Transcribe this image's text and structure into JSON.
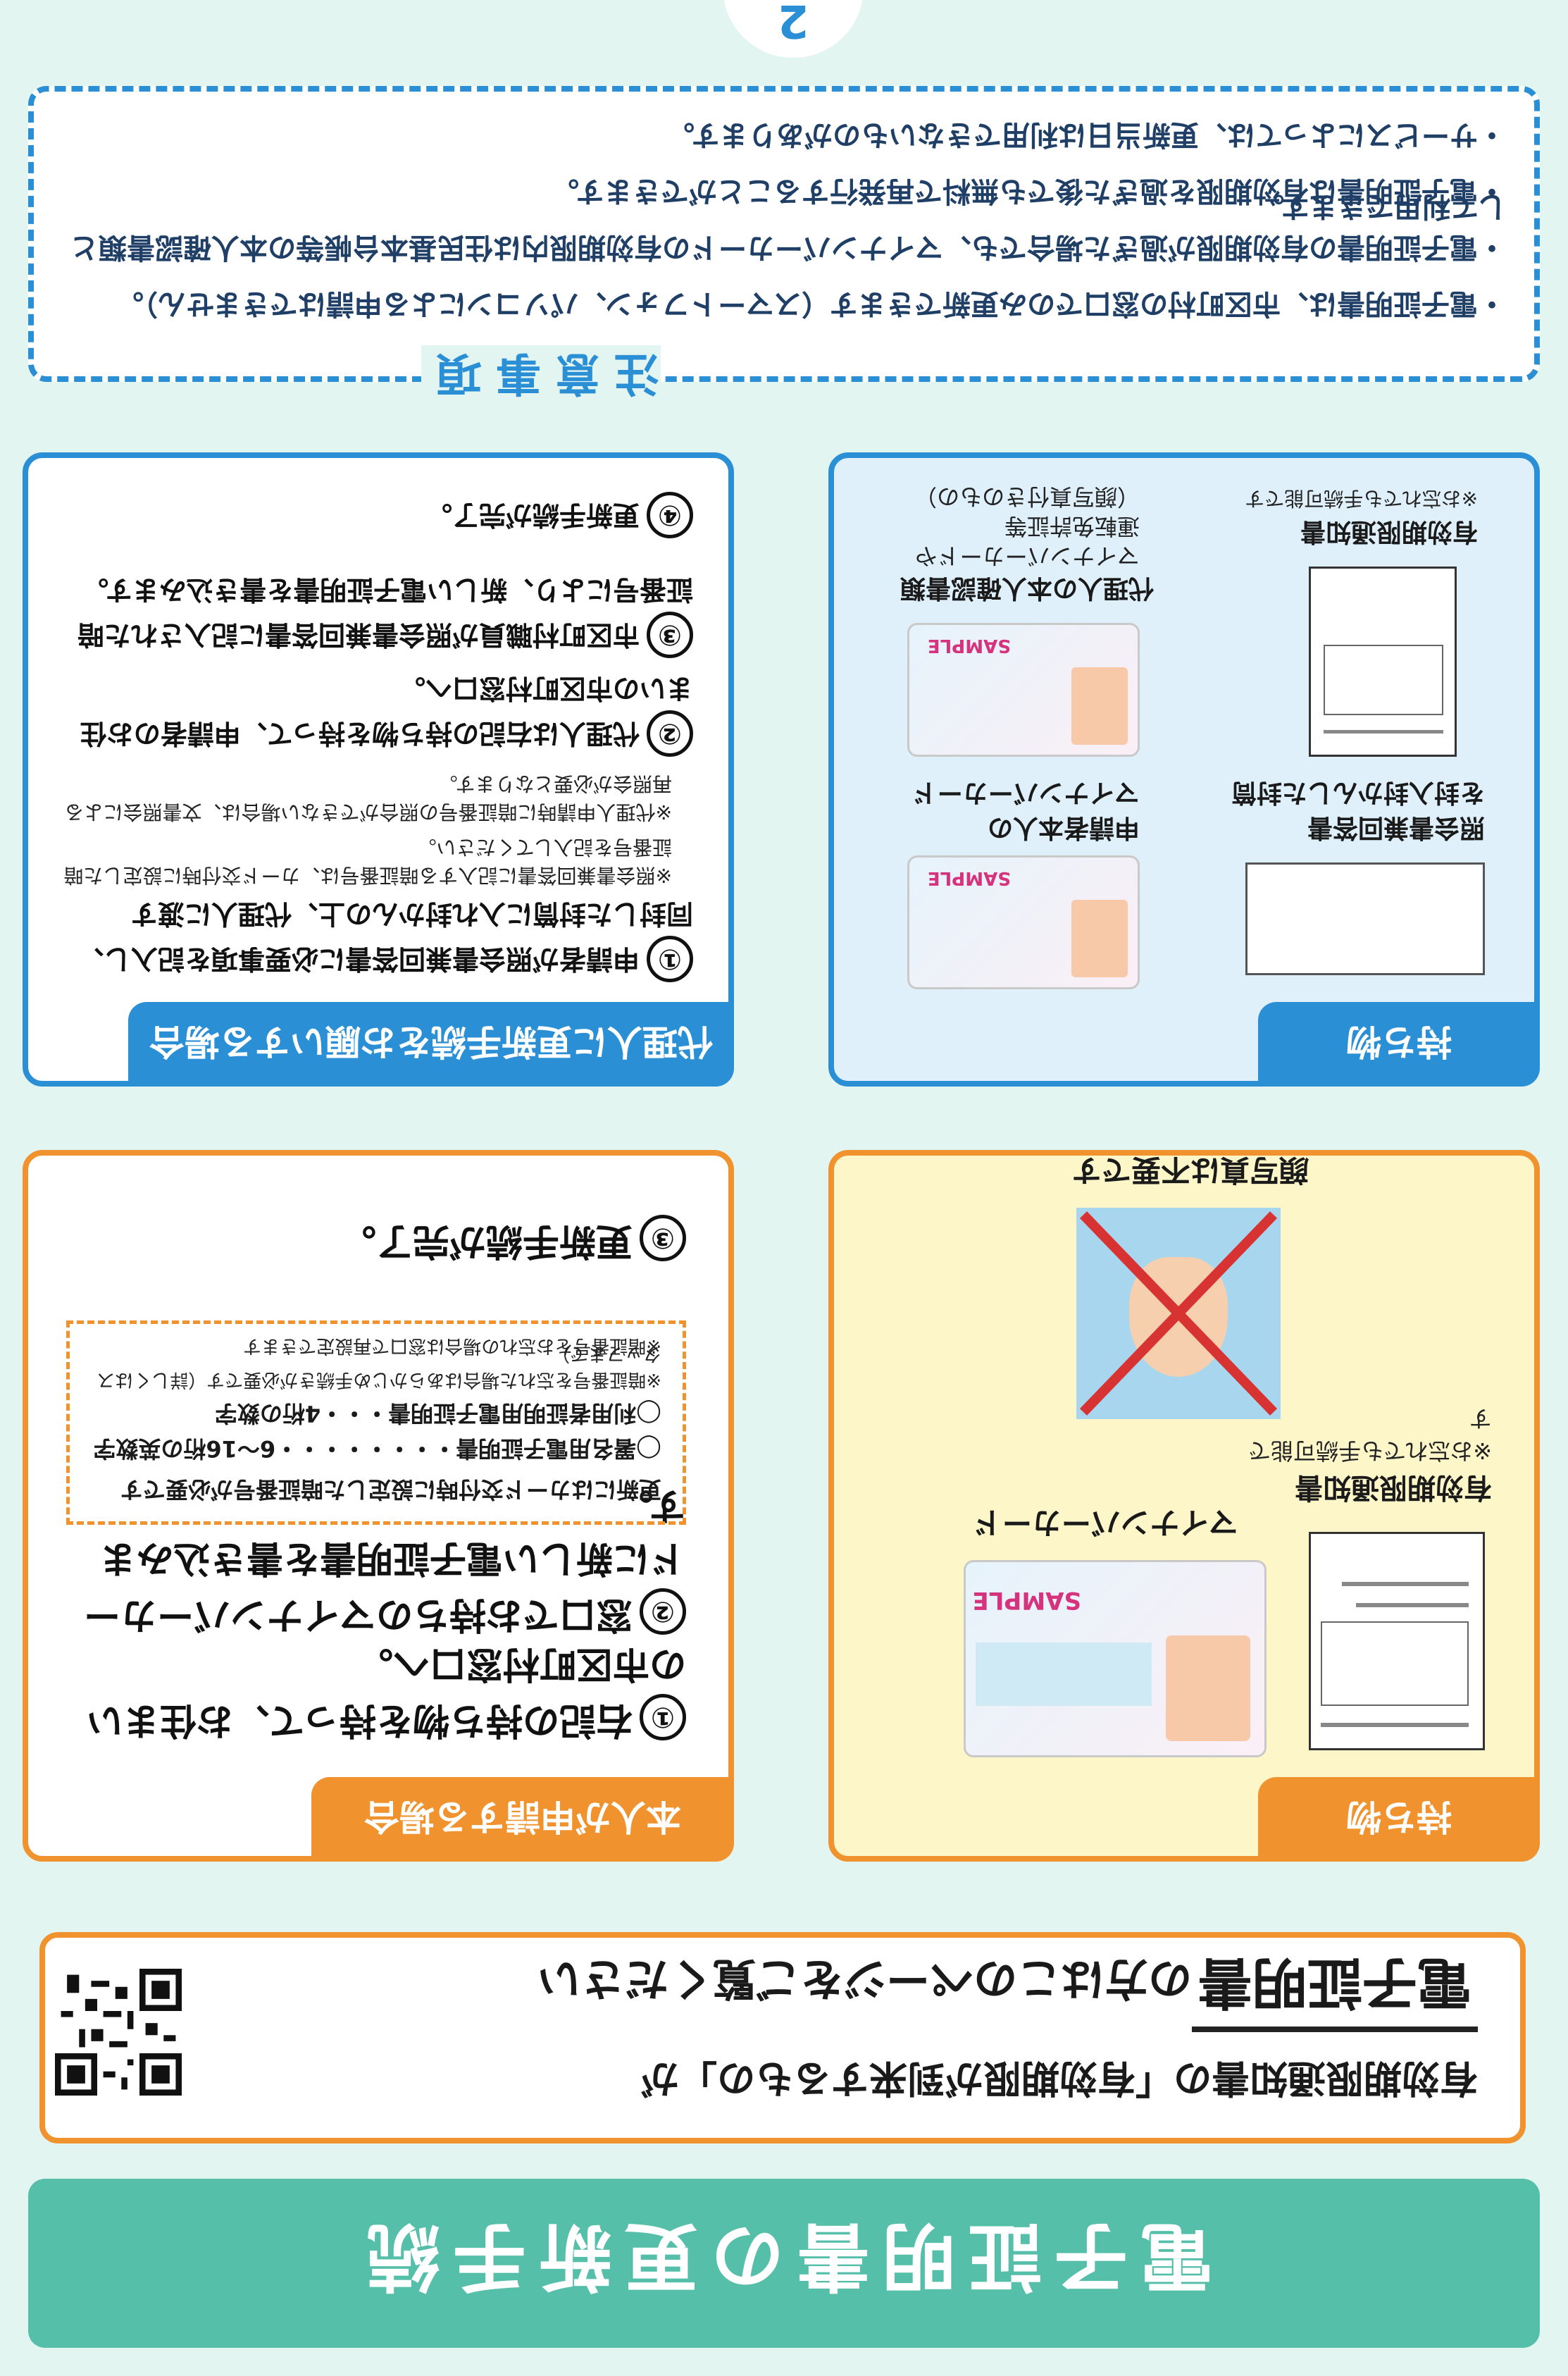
{
  "header": {
    "title": "電子証明書の更新手続"
  },
  "notice": {
    "line1": "有効期限通知書の「有効期限が到来するもの」が",
    "line2_emphasis": "電子証明書",
    "line2_rest": "の方はこのページをご覧ください"
  },
  "self_request": {
    "tab_label": "本人が申請する場合",
    "steps": [
      {
        "num": "①",
        "text": "右記の持ち物を持って、お住まいの市区町村窓口へ。"
      },
      {
        "num": "②",
        "text": "窓口でお持ちのマイナンバーカードに新しい電子証明書を書き込みます。"
      },
      {
        "num": "③",
        "text": "更新手続が完了。"
      }
    ],
    "pin_box": {
      "intro": "更新にはカード交付時に設定した暗証番号が必要です",
      "items": [
        "◯署名用電子証明書・・・・・・・・6〜16桁の英数字",
        "◯利用者証明用電子証明書・・・4桁の数字"
      ],
      "notes": [
        "※暗証番号を忘れた場合はあらかじめ手続きが必要です（詳しくはスタッフまで）",
        "※暗証番号をお忘れの場合は窓口で再設定できます"
      ]
    }
  },
  "self_items": {
    "tab_label": "持ち物",
    "card_label": "マイナンバーカード",
    "card_sample": "SAMPLE",
    "notice_label": "有効期限通知書",
    "notice_note": "※お忘れでも手続可能です",
    "photo_note": "顔写真は不要です"
  },
  "proxy_request": {
    "tab_label": "代理人に更新手続をお願いする場合",
    "steps": [
      {
        "num": "①",
        "text": "申請者が照会書兼回答書に必要事項を記入し、同封した封筒に入れ封かんの上、代理人に渡す"
      },
      {
        "num": "②",
        "text": "代理人は右記の持ち物を持って、申請者のお住まいの市区町村窓口へ。"
      },
      {
        "num": "③",
        "text": "市区町村職員が照会書兼回答書に記入された暗証番号により、新しい電子証明書を書き込みます。"
      },
      {
        "num": "④",
        "text": "更新手続が完了。"
      }
    ],
    "notes": [
      "※照会書兼回答書に記入する暗証番号は、カード交付時に設定した暗証番号を記入してください。",
      "※代理人申請時に暗証番号の照合ができない場合は、文書照会による再照会が必要となります。"
    ]
  },
  "proxy_items": {
    "tab_label": "持ち物",
    "card_label_1": "申請者本人の",
    "card_label_2": "マイナンバーカード",
    "card_sample": "SAMPLE",
    "proxy_id_label": "代理人の本人確認書類",
    "proxy_id_examples": [
      "マイナンバーカードや",
      "運転免許証等",
      "（顔写真付きのもの）"
    ],
    "sealed_label_1": "照会書兼回答書",
    "sealed_label_2": "を封入封かんした封筒",
    "notice_label": "有効期限通知書",
    "notice_note": "※お忘れでも手続可能です"
  },
  "caution": {
    "title": "注意事項",
    "items": [
      "・電子証明書は、市区町村の窓口でのみ更新できます（スマートフォン、パソコンによる申請はできません）。",
      "・電子証明書の有効期限が過ぎた場合でも、マイナンバーカードの有効期限内は住民基本台帳等の本人確認書類として利用できます。",
      "・電子証明書は有効期限を過ぎた後でも無料で再発行することができます。",
      "・サービスによっては、更新当日は利用できないものがあります。"
    ]
  },
  "page_number": "2",
  "colors": {
    "orange": "#f0922e",
    "blue": "#2b8fd6",
    "teal": "#55bfa9",
    "background": "#e3f5f0"
  }
}
